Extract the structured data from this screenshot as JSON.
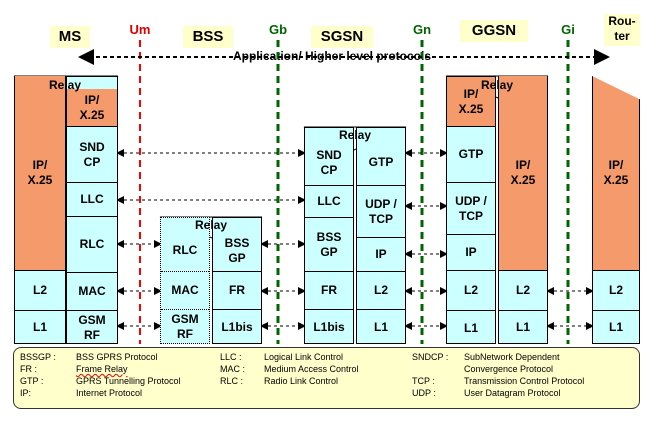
{
  "nodes": {
    "ms": "MS",
    "bss": "BSS",
    "sgsn": "SGSN",
    "ggsn": "GGSN",
    "router": "Rou-\nter"
  },
  "interfaces": {
    "um": "Um",
    "gb": "Gb",
    "gn": "Gn",
    "gi": "Gi"
  },
  "app_label": "Application/ Higher level protocols",
  "relay": "Relay",
  "ms": {
    "app": "IP/\nX.25",
    "l2": "L2",
    "l1": "L1",
    "ip": "IP/\nX.25",
    "sndcp": "SND\nCP",
    "llc": "LLC",
    "rlc": "RLC",
    "mac": "MAC",
    "gsmrf": "GSM\nRF"
  },
  "bss": {
    "rlc": "RLC",
    "mac": "MAC",
    "gsmrf": "GSM\nRF",
    "bssgp": "BSS\nGP",
    "fr": "FR",
    "l1bis": "L1bis"
  },
  "sgsn": {
    "sndcp": "SND\nCP",
    "llc": "LLC",
    "bssgp": "BSS\nGP",
    "fr": "FR",
    "l1bis": "L1bis",
    "gtp": "GTP",
    "udptcp": "UDP /\nTCP",
    "ip": "IP",
    "l2": "L2",
    "l1": "L1"
  },
  "ggsn": {
    "ip": "IP/\nX.25",
    "gtp": "GTP",
    "udptcp": "UDP /\nTCP",
    "ipl": "IP",
    "l2": "L2",
    "l1": "L1",
    "app": "IP/\nX.25",
    "l2b": "L2",
    "l1b": "L1"
  },
  "router": {
    "app": "IP/\nX.25",
    "l2": "L2",
    "l1": "L1"
  },
  "legend": [
    {
      "abbr": "BSSGP :",
      "desc": "BSS GPRS Protocol"
    },
    {
      "abbr": "FR :",
      "desc": "Frame Relay"
    },
    {
      "abbr": "GTP :",
      "desc": "GPRS Tunnelling Protocol"
    },
    {
      "abbr": "IP:",
      "desc": "Internet Protocol"
    },
    {
      "abbr": "LLC :",
      "desc": "Logical Link Control"
    },
    {
      "abbr": "MAC :",
      "desc": "Medium Access Control"
    },
    {
      "abbr": "RLC :",
      "desc": "Radio Link Control"
    },
    {
      "abbr": "SNDCP :",
      "desc": "SubNetwork  Dependent"
    },
    {
      "abbr": "",
      "desc": "Convergence Protocol"
    },
    {
      "abbr": "TCP :",
      "desc": "Transmission Control Protocol"
    },
    {
      "abbr": "UDP :",
      "desc": "User  Datagram  Protocol"
    }
  ],
  "colors": {
    "cyan": "#ccffff",
    "orange": "#f59a6a",
    "um_line": "#ff0000",
    "green_line": "#006600",
    "legend_bg": "#ffffcc"
  }
}
